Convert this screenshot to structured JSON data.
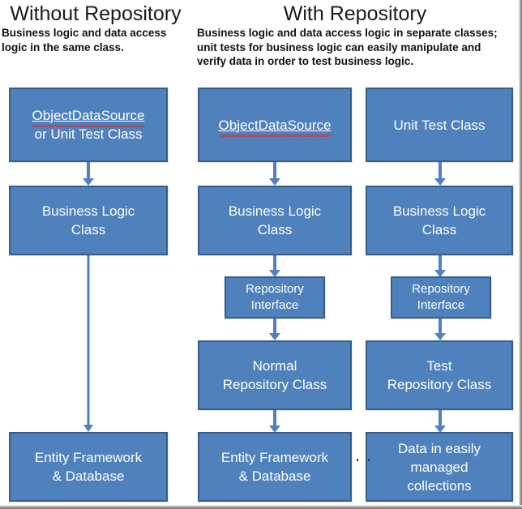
{
  "columns": {
    "left": {
      "title": "Without Repository",
      "subtitle": "Business logic and data access logic in the same class."
    },
    "right": {
      "title": "With Repository",
      "subtitle": "Business logic and data access logic in separate classes; unit tests for business logic can easily manipulate and verify data in order to test business logic."
    }
  },
  "boxes": {
    "c1_top_line1": "ObjectDataSource",
    "c1_top_line2": "or Unit Test Class",
    "c1_mid_line1": "Business Logic",
    "c1_mid_line2": "Class",
    "c1_bottom_line1": "Entity Framework",
    "c1_bottom_line2": "& Database",
    "c2_top": "ObjectDataSource",
    "c2_bll_line1": "Business Logic",
    "c2_bll_line2": "Class",
    "c2_iface_line1": "Repository",
    "c2_iface_line2": "Interface",
    "c2_repo_line1": "Normal",
    "c2_repo_line2": "Repository Class",
    "c2_bottom_line1": "Entity Framework",
    "c2_bottom_line2": "& Database",
    "c3_top": "Unit Test Class",
    "c3_bll_line1": "Business Logic",
    "c3_bll_line2": "Class",
    "c3_iface_line1": "Repository",
    "c3_iface_line2": "Interface",
    "c3_repo_line1": "Test",
    "c3_repo_line2": "Repository Class",
    "c3_bottom_line1": "Data in easily",
    "c3_bottom_line2": "managed",
    "c3_bottom_line3": "collections"
  },
  "colors": {
    "box_fill": "#4F81BD",
    "box_border": "#385D8A",
    "box_text": "#FFFFFF",
    "arrow": "#4F81BD",
    "heading_text": "#1A1A1A",
    "spellcheck_underline": "#E03030",
    "frame": "#8D8D8D",
    "background": "#FFFFFF"
  }
}
